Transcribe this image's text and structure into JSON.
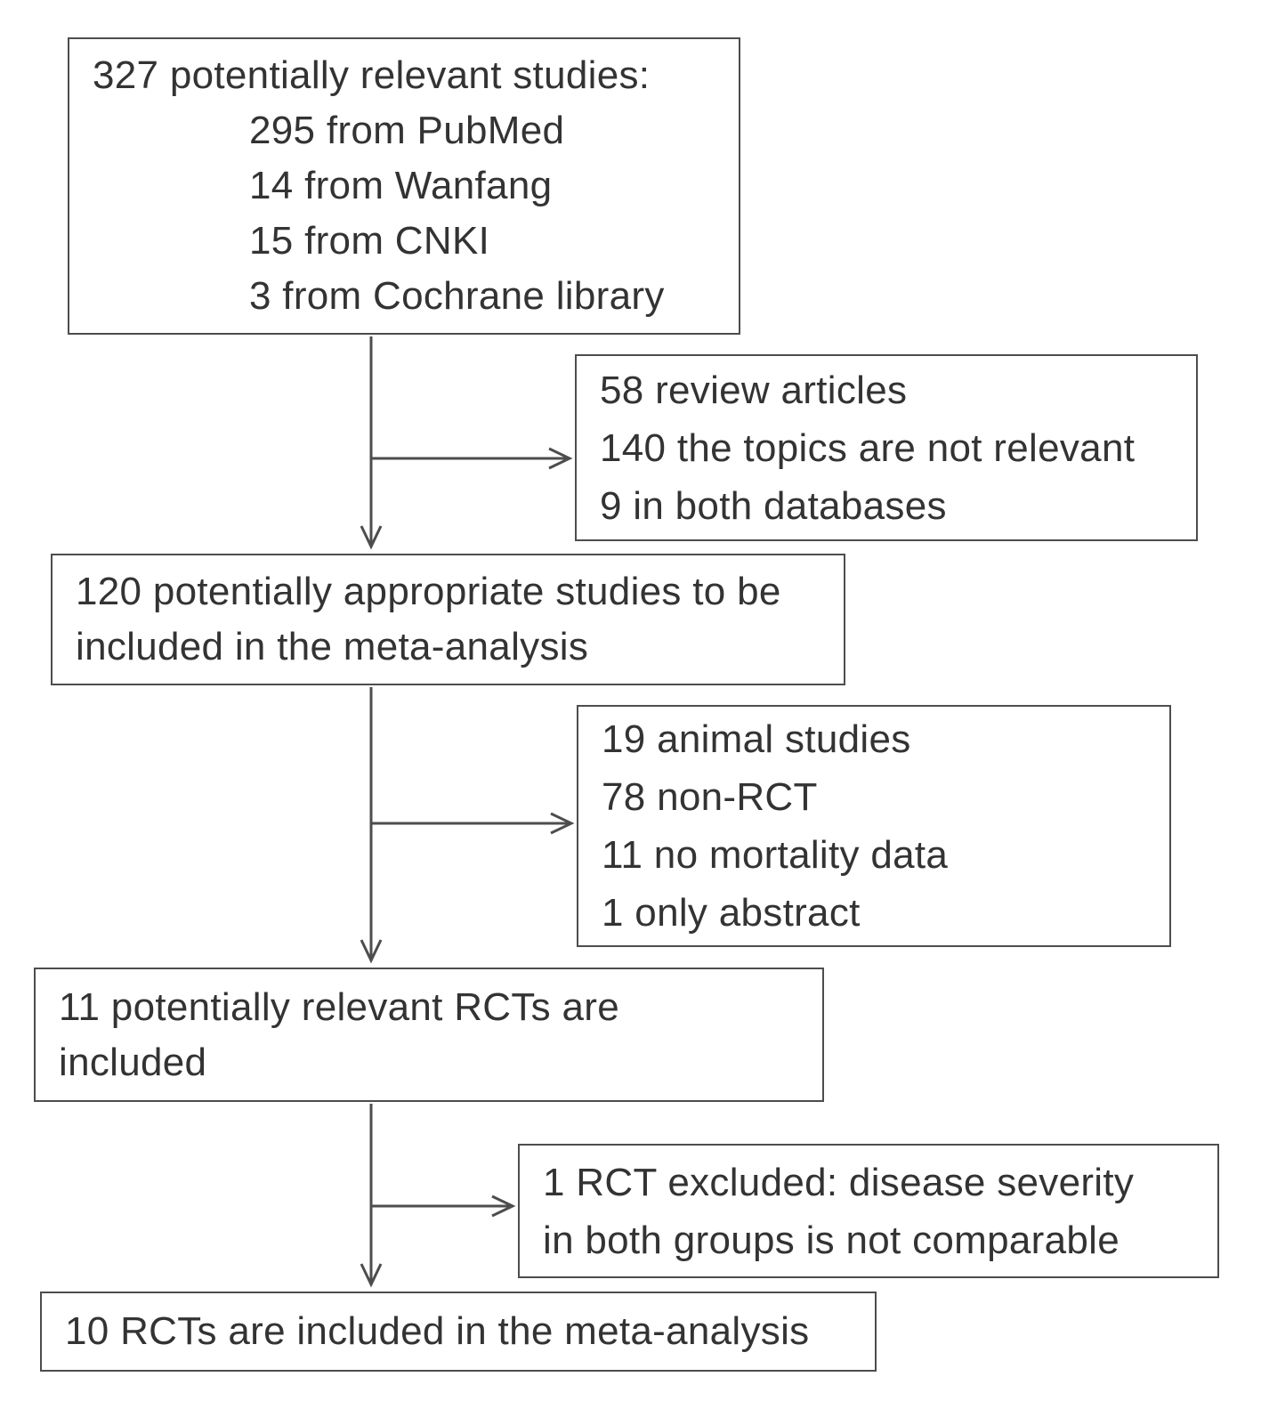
{
  "figure": {
    "type": "study-selection-flowchart",
    "colors": {
      "background": "#ffffff",
      "text": "#333333",
      "line": "#4d4d4d"
    }
  },
  "boxes": {
    "identified": {
      "title": "327 potentially relevant studies:",
      "items": [
        "295 from PubMed",
        "14 from Wanfang",
        "15 from CNKI",
        "3 from Cochrane library"
      ]
    },
    "excluded_search": {
      "lines": [
        "58 review articles",
        "140 the topics are not relevant",
        "9 in both databases"
      ]
    },
    "screened": {
      "lines": [
        "120 potentially appropriate studies to be",
        "included in the meta-analysis"
      ]
    },
    "excluded_screening": {
      "lines": [
        "19 animal studies",
        "78 non-RCT",
        "11 no mortality data",
        "1 only abstract"
      ]
    },
    "rcts_included": {
      "lines": [
        "11 potentially relevant RCTs are",
        "included"
      ]
    },
    "excluded_rct": {
      "lines": [
        "1 RCT excluded: disease severity",
        "in both groups is not comparable"
      ]
    },
    "final": {
      "lines": [
        "10 RCTs are included in the meta-analysis"
      ]
    }
  }
}
